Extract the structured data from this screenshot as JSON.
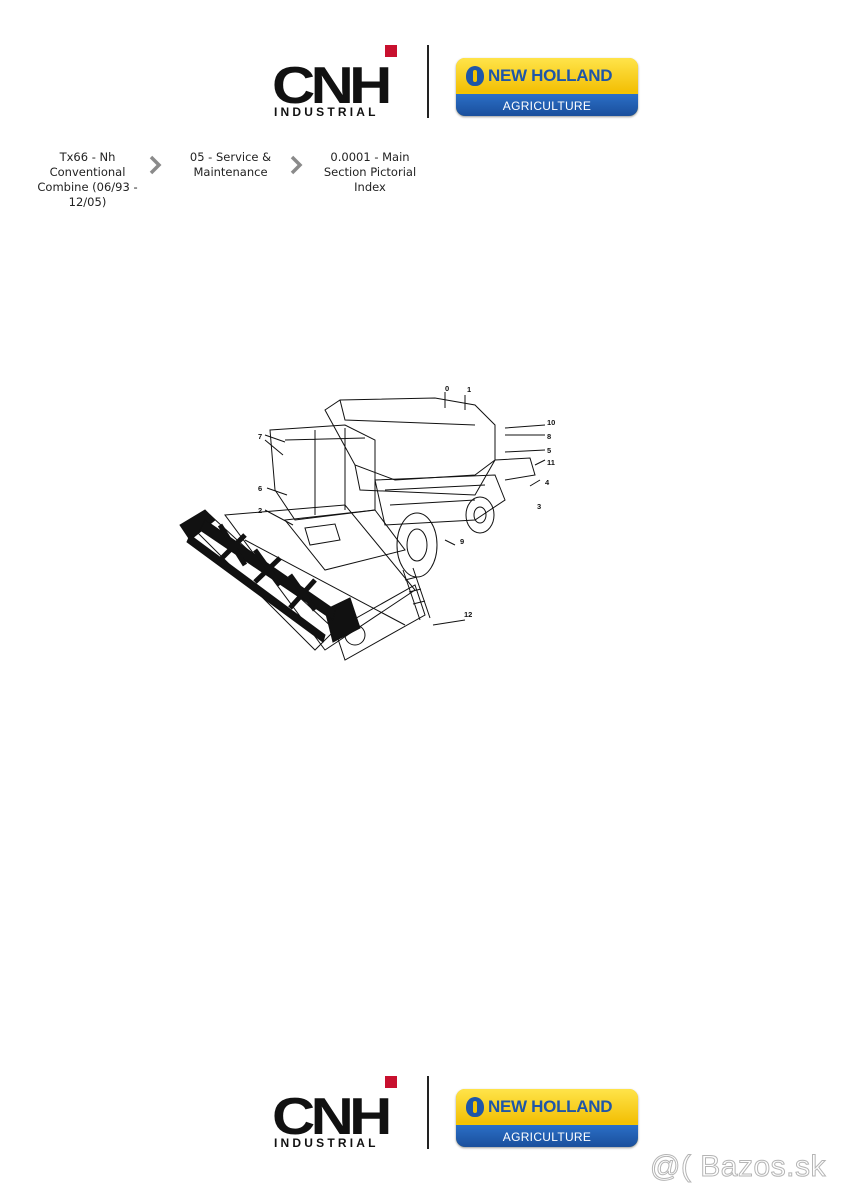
{
  "header": {
    "cnh_logo": {
      "letters": "CNH",
      "subtitle": "INDUSTRIAL",
      "accent_color": "#c8102e"
    },
    "nh_logo": {
      "title": "NEW HOLLAND",
      "subtitle": "AGRICULTURE",
      "yellow": "#f5c400",
      "blue": "#1f56a8"
    }
  },
  "breadcrumb": {
    "items": [
      {
        "label": "Tx66 - Nh Conventional Combine (06/93 - 12/05)"
      },
      {
        "label": "05 - Service & Maintenance"
      },
      {
        "label": "0.0001 - Main Section Pictorial Index"
      }
    ],
    "separator_icon": "chevron-right-icon"
  },
  "diagram": {
    "description": "Combine harvester pictorial index line drawing",
    "callouts": [
      "0",
      "1",
      "10",
      "8",
      "5",
      "11",
      "4",
      "3",
      "7",
      "6",
      "2",
      "9",
      "12"
    ]
  },
  "footer": {
    "cnh_logo": {
      "letters": "CNH",
      "subtitle": "INDUSTRIAL"
    },
    "nh_logo": {
      "title": "NEW HOLLAND",
      "subtitle": "AGRICULTURE"
    }
  },
  "watermark": {
    "text": "@( Bazos.sk"
  }
}
